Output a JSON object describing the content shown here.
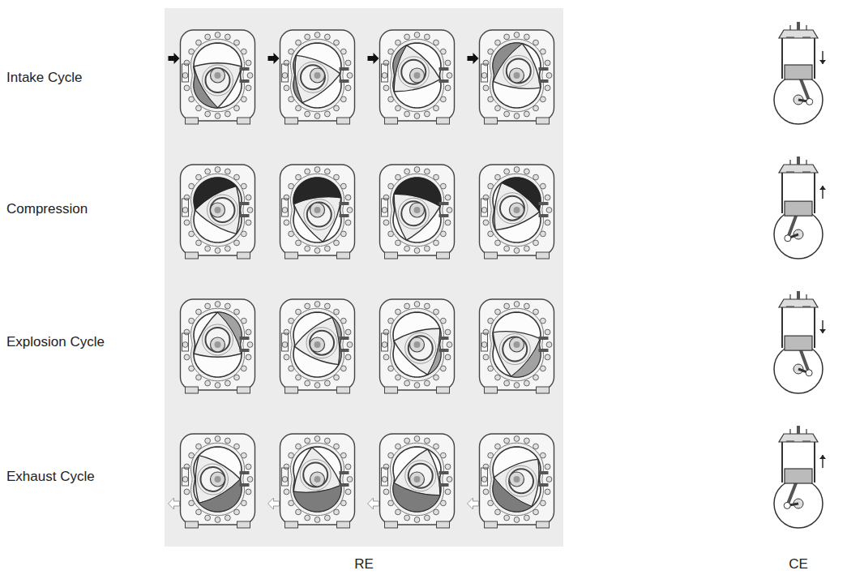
{
  "diagram": {
    "labels": [
      "Intake Cycle",
      "Compression",
      "Explosion Cycle",
      "Exhaust Cycle",
      "RE",
      "CE"
    ]
  }
}
